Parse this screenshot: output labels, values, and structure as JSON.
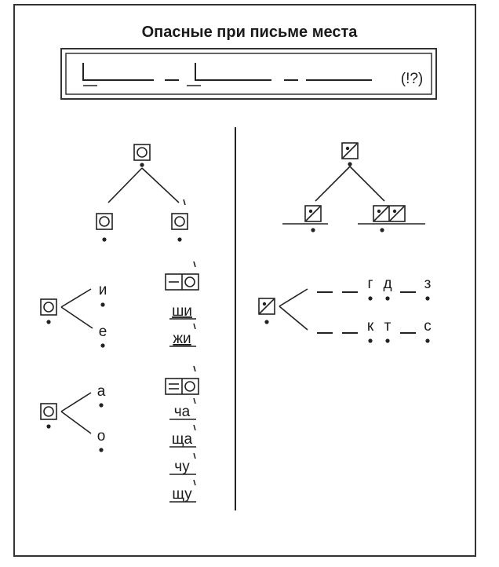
{
  "title": "Опасные при письме места",
  "banner_marker": "(!?)",
  "left": {
    "vowel_split_1": [
      "и",
      "е"
    ],
    "vowel_split_2": [
      "а",
      "о"
    ],
    "hushing_group_1": [
      "ши",
      "жи"
    ],
    "hushing_group_2": [
      "ча",
      "ща",
      "чу",
      "щу"
    ]
  },
  "right": {
    "voiced_row": [
      "г",
      "д",
      "з"
    ],
    "voiceless_row": [
      "к",
      "т",
      "с"
    ]
  }
}
